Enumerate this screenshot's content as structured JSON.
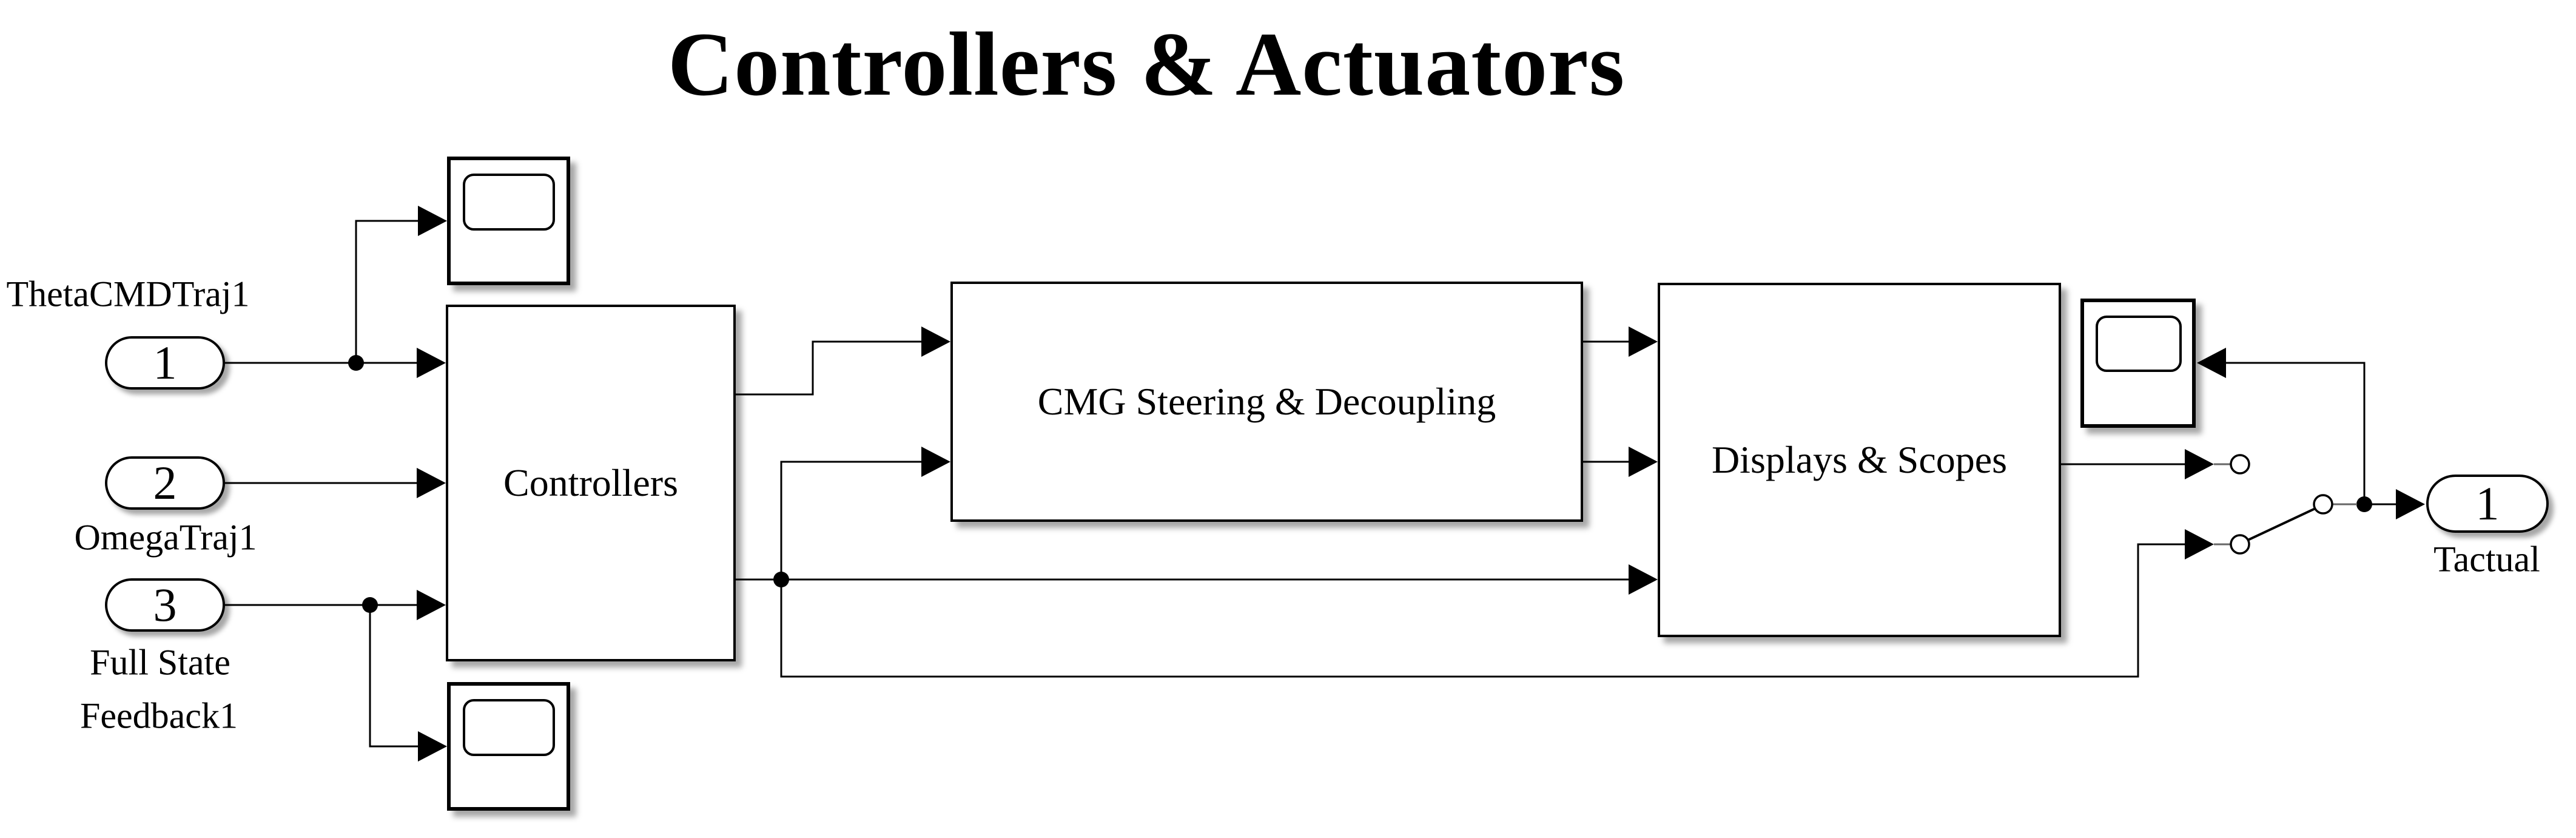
{
  "title": "Controllers & Actuators",
  "colors": {
    "ink": "#000000",
    "background": "#ffffff",
    "stub": "#666666"
  },
  "inports": [
    {
      "number": "1",
      "label": "ThetaCMDTraj1"
    },
    {
      "number": "2",
      "label": "OmegaTraj1"
    },
    {
      "number": "3",
      "label_line1": "Full State",
      "label_line2": "Feedback1"
    }
  ],
  "outport": {
    "number": "1",
    "label": "Tactual"
  },
  "blocks": {
    "controllers": {
      "label": "Controllers"
    },
    "cmg": {
      "label": "CMG Steering & Decoupling"
    },
    "displays": {
      "label": "Displays & Scopes"
    }
  }
}
